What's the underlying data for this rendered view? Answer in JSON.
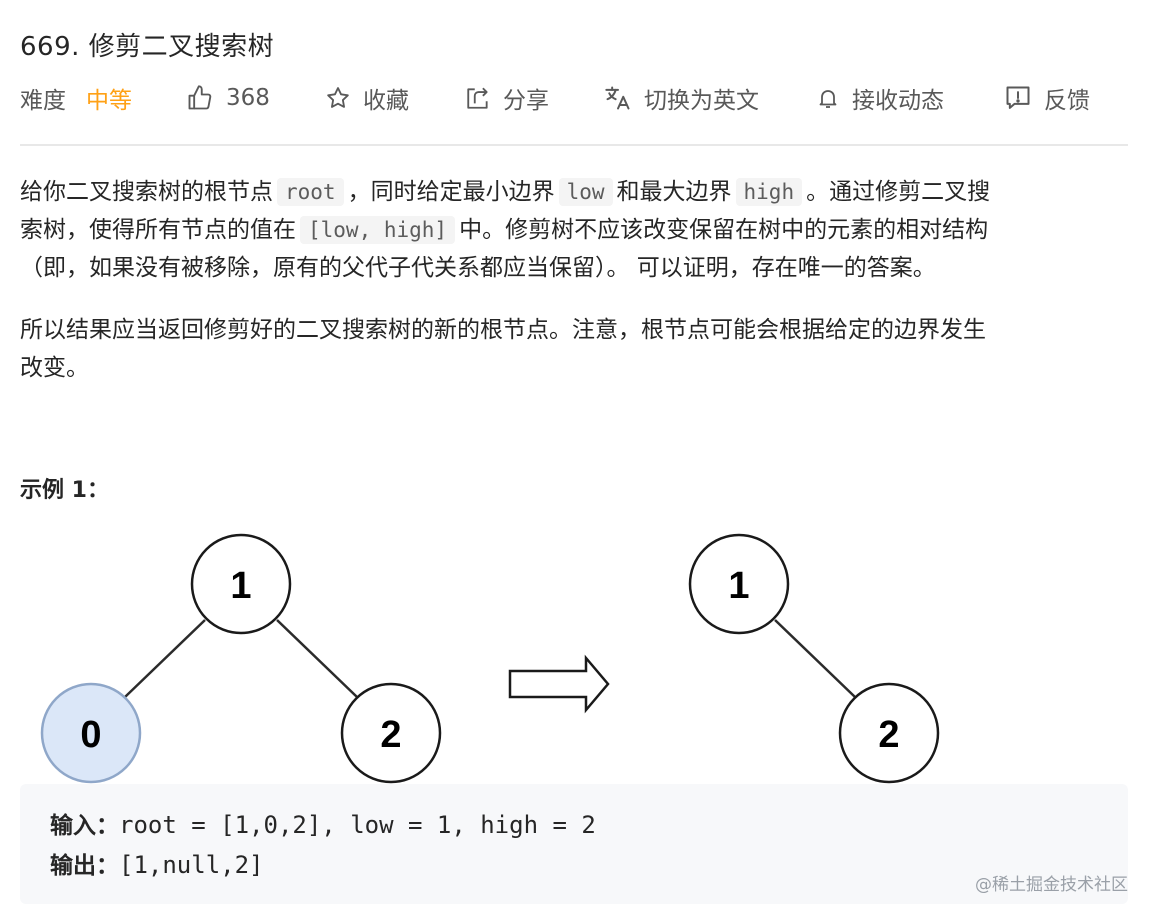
{
  "problem": {
    "title": "669. 修剪二叉搜索树"
  },
  "meta": {
    "difficulty_label": "难度",
    "difficulty_value": "中等",
    "likes": "368",
    "favorite_label": "收藏",
    "share_label": "分享",
    "switch_language_label": "切换为英文",
    "notify_label": "接收动态",
    "feedback_label": "反馈",
    "colors": {
      "difficulty": "#ffa116",
      "text": "#595959"
    }
  },
  "description": {
    "p1_l1_a": "给你二叉搜索树的根节点",
    "p1_l1_code1": "root",
    "p1_l1_b": "，同时给定最小边界",
    "p1_l1_code2": "low",
    "p1_l1_c": "和最大边界",
    "p1_l1_code3": "high",
    "p1_l1_d": "。通过修剪二叉搜",
    "p1_l2_a": "索树，使得所有节点的值在",
    "p1_l2_code": "[low, high]",
    "p1_l2_b": "中。修剪树不应该改变保留在树中的元素的相对结构",
    "p1_l3": "（即，如果没有被移除，原有的父代子代关系都应当保留）。 可以证明，存在唯一的答案。",
    "p2_l1": "所以结果应当返回修剪好的二叉搜索树的新的根节点。注意，根节点可能会根据给定的边界发生",
    "p2_l2": "改变。"
  },
  "example": {
    "title": "示例 1：",
    "input_tree": {
      "root": "1",
      "left": "0",
      "right": "2"
    },
    "output_tree": {
      "root": "1",
      "right": "2"
    },
    "removed_node_color": "#dbe7f8",
    "input_label": "输入：",
    "input_value": "root = [1,0,2], low = 1, high = 2",
    "output_label": "输出：",
    "output_value": "[1,null,2]"
  },
  "watermark": "@稀土掘金技术社区"
}
